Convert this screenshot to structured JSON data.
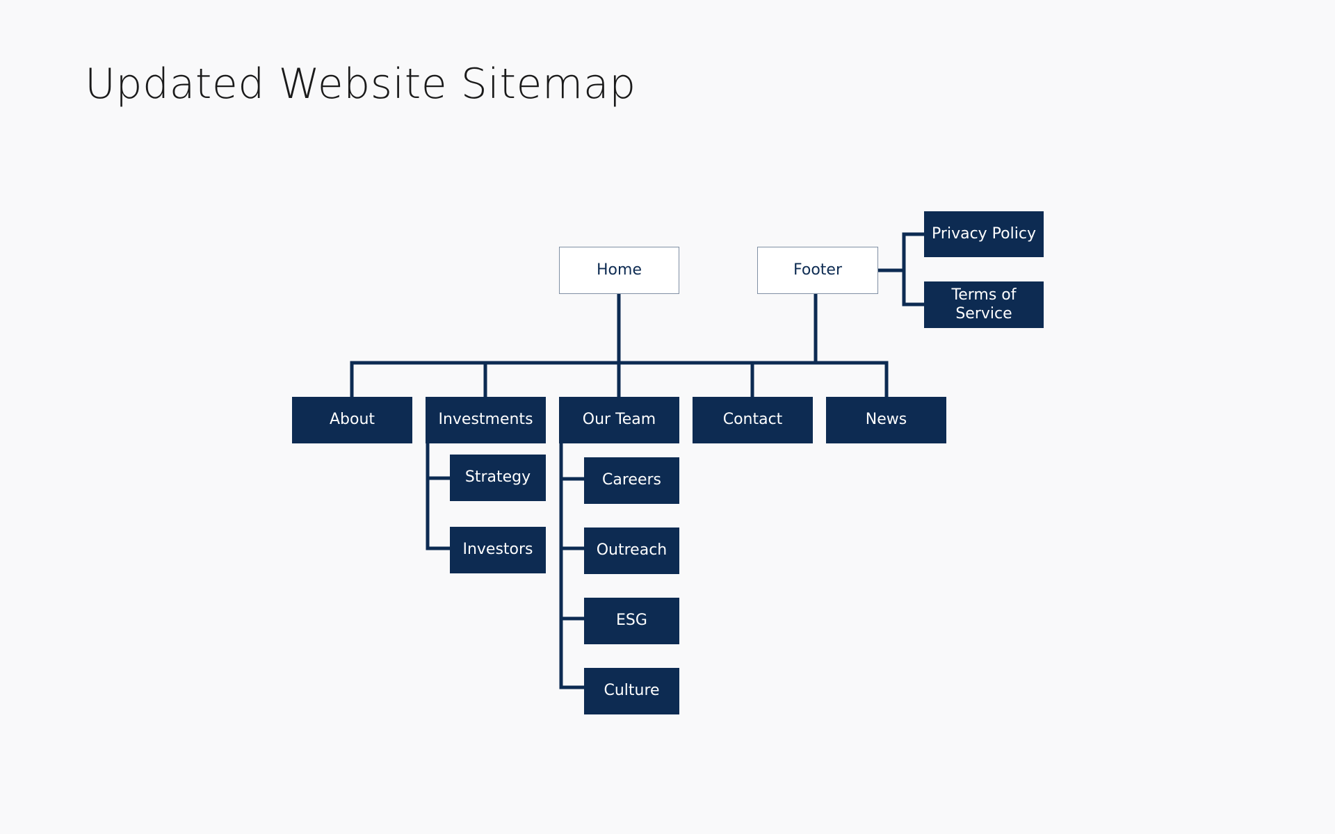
{
  "title": "Updated Website Sitemap",
  "colors": {
    "background": "#f9f9fa",
    "node_fill": "#0d2b52",
    "node_text": "#ffffff",
    "outline_border": "#7f8fa3",
    "connector": "#0d2b52"
  },
  "nodes": {
    "home": "Home",
    "footer": "Footer",
    "privacy_policy": "Privacy Policy",
    "terms_of_service": "Terms of Service",
    "about": "About",
    "investments": "Investments",
    "our_team": "Our Team",
    "contact": "Contact",
    "news": "News",
    "strategy": "Strategy",
    "investors": "Investors",
    "careers": "Careers",
    "outreach": "Outreach",
    "esg": "ESG",
    "culture": "Culture"
  },
  "hierarchy": {
    "Home": [
      "About",
      "Investments",
      "Our Team",
      "Contact",
      "News"
    ],
    "Footer": [
      "Privacy Policy",
      "Terms of Service"
    ],
    "Investments": [
      "Strategy",
      "Investors"
    ],
    "Our Team": [
      "Careers",
      "Outreach",
      "ESG",
      "Culture"
    ]
  }
}
